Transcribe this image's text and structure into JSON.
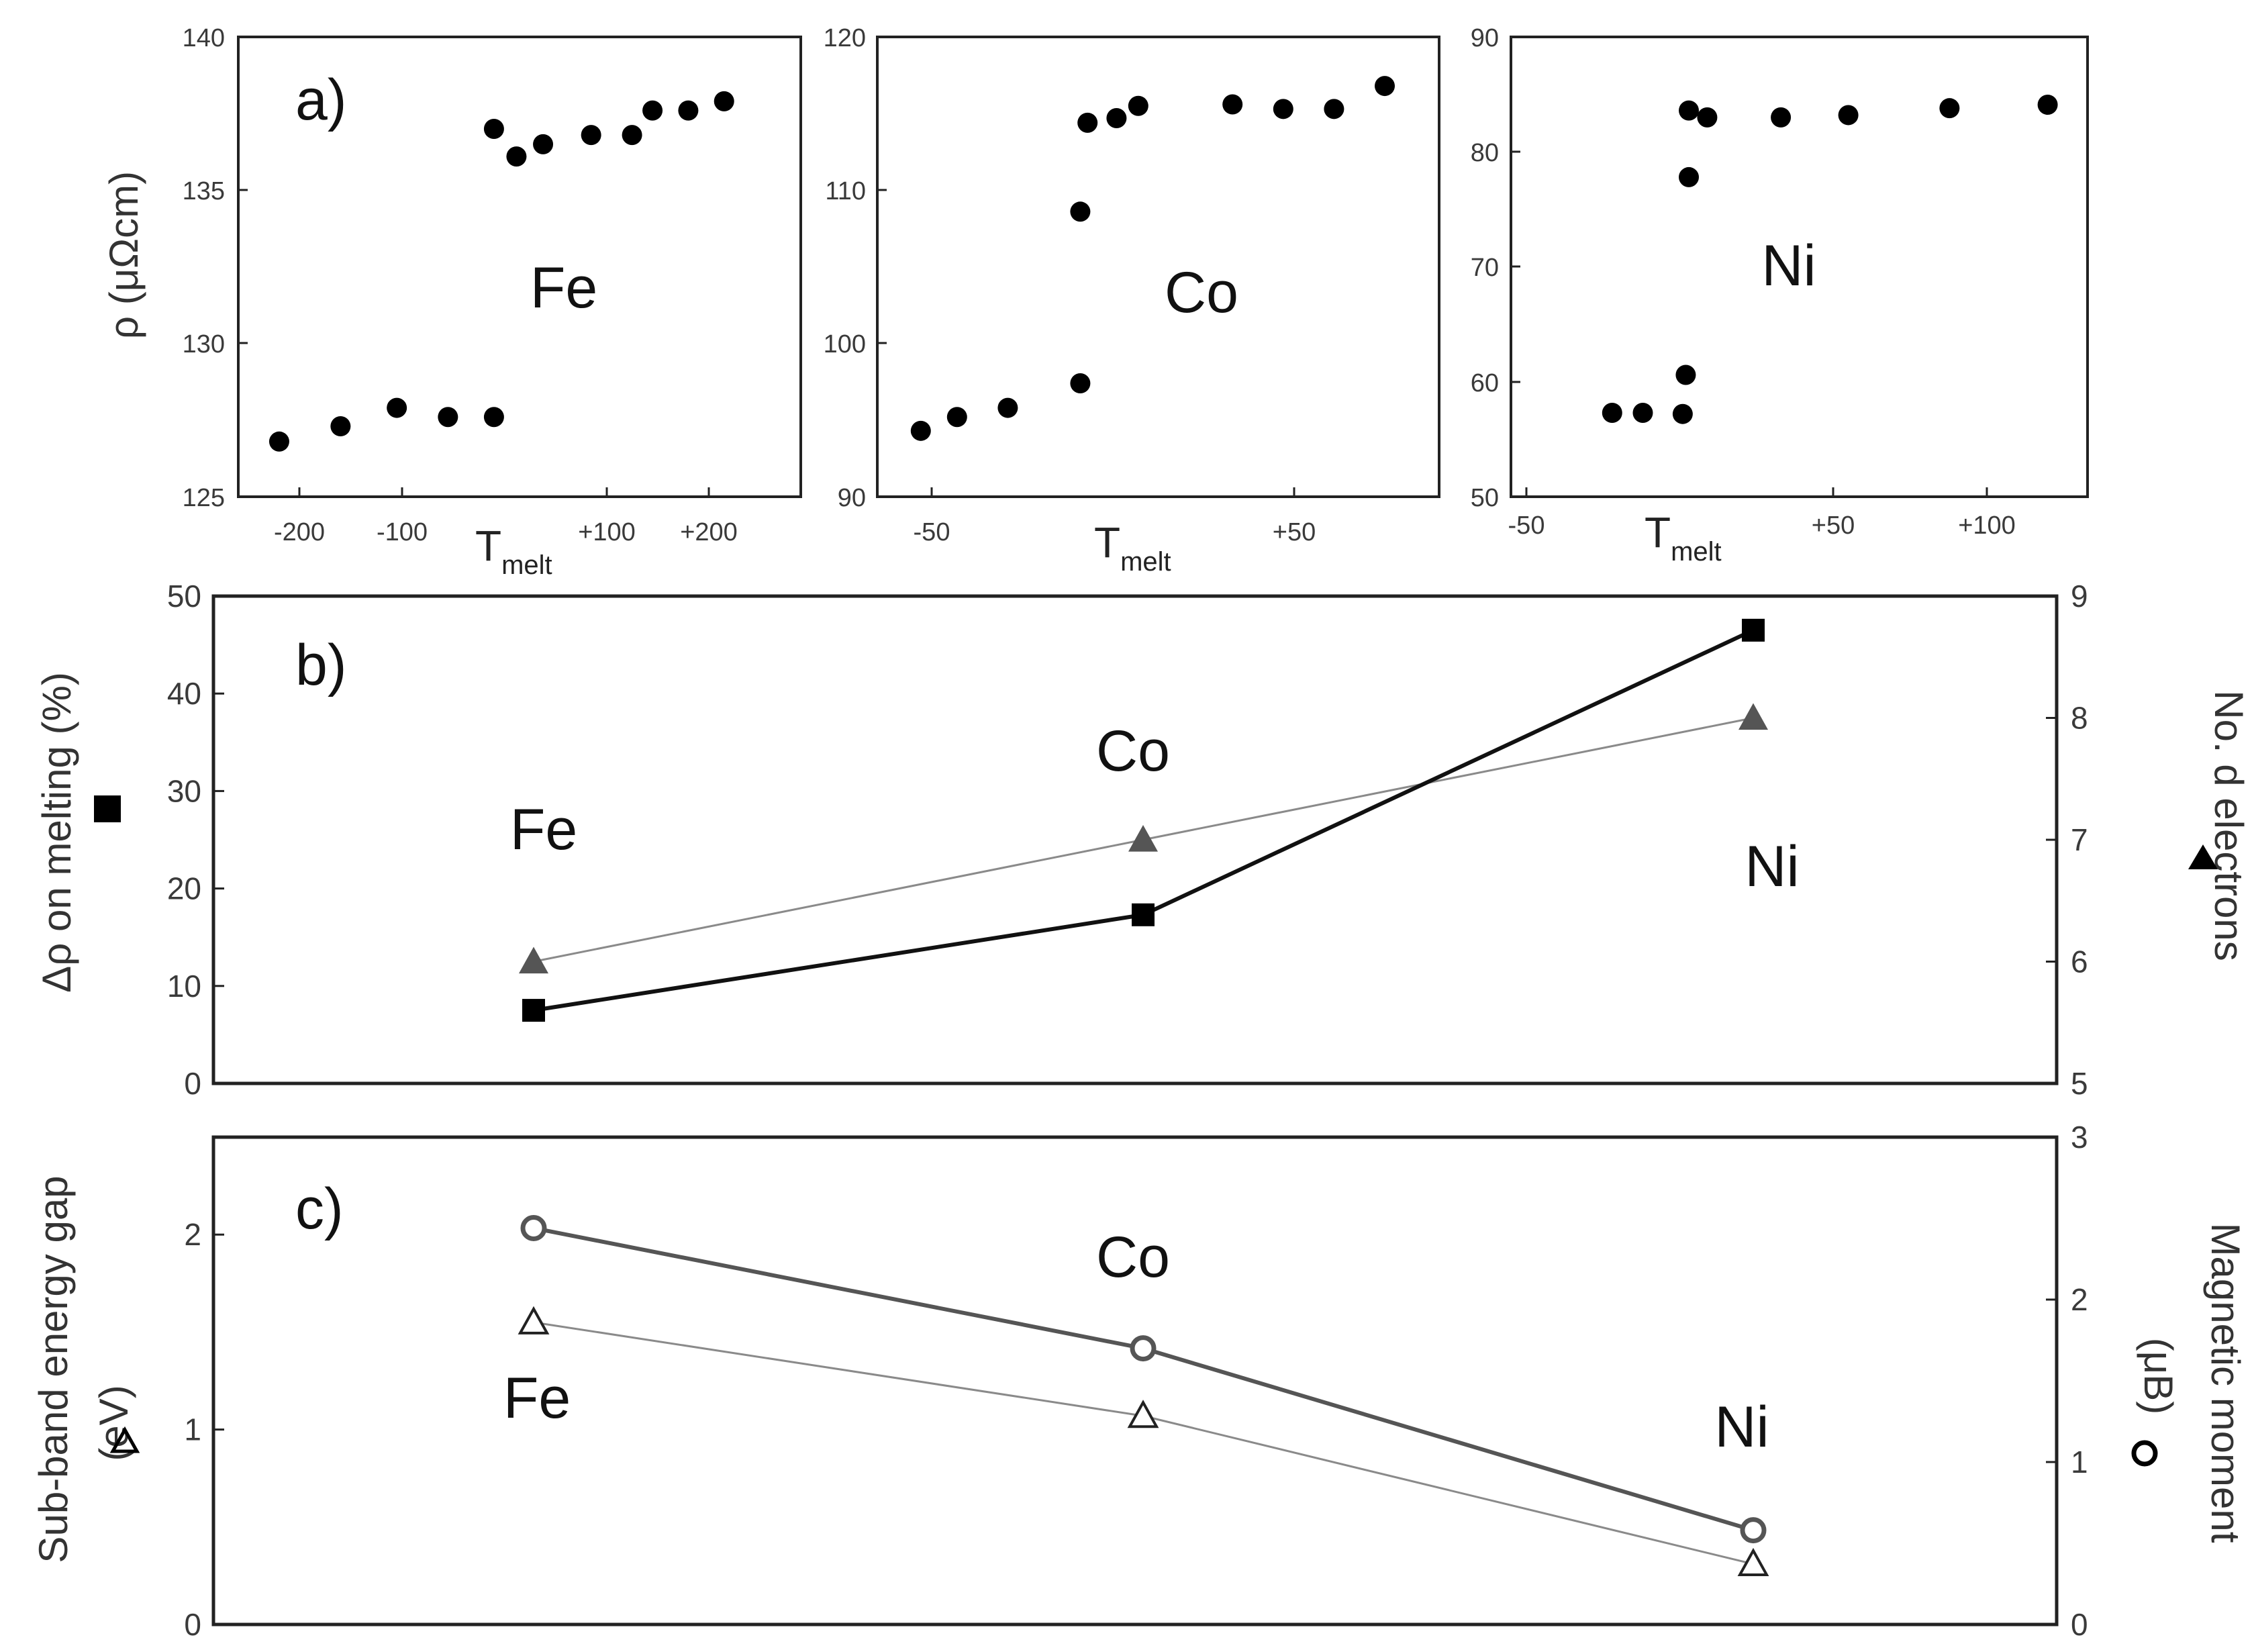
{
  "colors": {
    "axis": "#222222",
    "marker": "#000000",
    "grey_marker": "#555555",
    "grey_line": "#8a8a8a"
  },
  "panel_a": {
    "label": "a)",
    "ylabel": "ρ (μΩcm)",
    "xlabel_main": "T",
    "xlabel_sub": "melt",
    "subplots": [
      {
        "element": "Fe",
        "xlim": [
          -260,
          290
        ],
        "ylim": [
          125,
          140
        ],
        "xticks": [
          -200,
          -100,
          100,
          200
        ],
        "xtick_labels": [
          "-200",
          "-100",
          "+100",
          "+200"
        ],
        "yticks": [
          125,
          130,
          135,
          140
        ],
        "ytick_labels": [
          "125",
          "130",
          "135",
          "140"
        ],
        "x": [
          -220,
          -160,
          -105,
          -55,
          -10,
          -10,
          12,
          38,
          85,
          125,
          145,
          180,
          215
        ],
        "y": [
          126.8,
          127.3,
          127.9,
          127.6,
          127.6,
          137.0,
          136.1,
          136.5,
          136.8,
          136.8,
          137.6,
          137.6,
          137.9
        ]
      },
      {
        "element": "Co",
        "xlim": [
          -60,
          95
        ],
        "ylim": [
          90,
          120
        ],
        "xticks": [
          -50,
          50
        ],
        "xtick_labels": [
          "-50",
          "+50"
        ],
        "yticks": [
          90,
          100,
          110,
          120
        ],
        "ytick_labels": [
          "90",
          "100",
          "110",
          "120"
        ],
        "x": [
          -48,
          -38,
          -24,
          -4,
          -4,
          -2,
          6,
          12,
          38,
          52,
          66,
          80
        ],
        "y": [
          94.3,
          95.2,
          95.8,
          97.4,
          108.6,
          114.4,
          114.7,
          115.5,
          115.6,
          115.3,
          115.3,
          116.8
        ]
      },
      {
        "element": "Ni",
        "xlim": [
          -58,
          130
        ],
        "ylim": [
          50,
          90
        ],
        "xticks": [
          -50,
          50,
          100
        ],
        "xtick_labels": [
          "-50",
          "+50",
          "+100"
        ],
        "yticks": [
          50,
          60,
          70,
          80,
          90
        ],
        "ytick_labels": [
          "50",
          "60",
          "70",
          "80",
          "90"
        ],
        "x": [
          -25,
          -15,
          -2,
          -1,
          0,
          0,
          6,
          30,
          52,
          85,
          117
        ],
        "y": [
          57.3,
          57.3,
          57.2,
          60.6,
          77.8,
          83.6,
          83.0,
          83.0,
          83.2,
          83.8,
          84.1
        ]
      }
    ]
  },
  "panel_b": {
    "label": "b)",
    "ylabel_left": "Δρ on melting (%)",
    "ylabel_right": "No. d electrons",
    "left_ylim": [
      0,
      50
    ],
    "right_ylim": [
      5,
      9
    ],
    "left_yticks": [
      "0",
      "10",
      "20",
      "30",
      "40",
      "50"
    ],
    "right_yticks": [
      "5",
      "6",
      "7",
      "8",
      "9"
    ],
    "categories": [
      "Fe",
      "Co",
      "Ni"
    ],
    "series": [
      {
        "marker": "square",
        "axis": "left",
        "values": [
          7.5,
          17.3,
          46.5
        ]
      },
      {
        "marker": "triangle",
        "axis": "right",
        "values": [
          6,
          7,
          8
        ]
      }
    ]
  },
  "panel_c": {
    "label": "c)",
    "ylabel_left_line1": "Sub-band energy gap",
    "ylabel_left_line2": "(eV)",
    "ylabel_right_line1": "Magnetic moment",
    "ylabel_right_line2": "(μB)",
    "left_ylim": [
      0,
      2.5
    ],
    "right_ylim": [
      0,
      3
    ],
    "left_yticks": [
      "0",
      "1",
      "2"
    ],
    "right_yticks": [
      "0",
      "1",
      "2",
      "3"
    ],
    "categories": [
      "Fe",
      "Co",
      "Ni"
    ],
    "series": [
      {
        "marker": "open-circle",
        "axis": "right",
        "values": [
          2.44,
          1.7,
          0.58
        ]
      },
      {
        "marker": "open-triangle",
        "axis": "left",
        "values": [
          1.55,
          1.07,
          0.31
        ]
      }
    ]
  }
}
